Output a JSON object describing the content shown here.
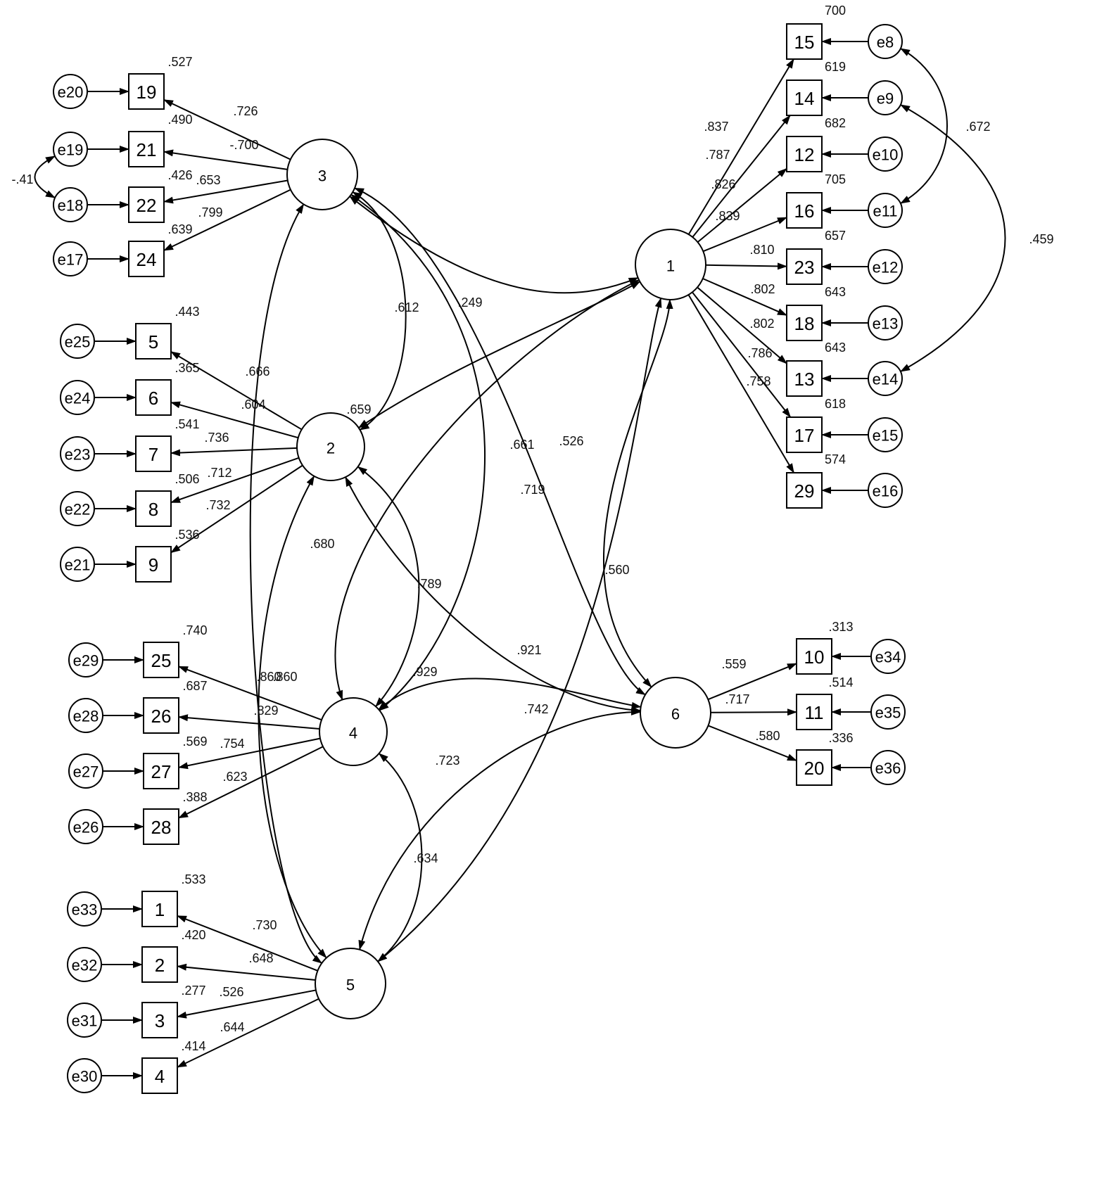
{
  "latents": [
    {
      "id": "3",
      "label": "3"
    },
    {
      "id": "1",
      "label": "1"
    },
    {
      "id": "2",
      "label": "2"
    },
    {
      "id": "4",
      "label": "4"
    },
    {
      "id": "6",
      "label": "6"
    },
    {
      "id": "5",
      "label": "5"
    }
  ],
  "indicators": [
    {
      "id": "19",
      "label": "19",
      "factor": "3",
      "error": "e20",
      "r2": ".527",
      "loading": ".726"
    },
    {
      "id": "21",
      "label": "21",
      "factor": "3",
      "error": "e19",
      "r2": ".490",
      "loading": "-.700"
    },
    {
      "id": "22",
      "label": "22",
      "factor": "3",
      "error": "e18",
      "r2": ".426",
      "loading": ".653"
    },
    {
      "id": "24",
      "label": "24",
      "factor": "3",
      "error": "e17",
      "r2": ".639",
      "loading": ".799"
    },
    {
      "id": "15",
      "label": "15",
      "factor": "1",
      "error": "e8",
      "r2": "700",
      "loading": ".837"
    },
    {
      "id": "14",
      "label": "14",
      "factor": "1",
      "error": "e9",
      "r2": "619",
      "loading": ".787"
    },
    {
      "id": "12",
      "label": "12",
      "factor": "1",
      "error": "e10",
      "r2": "682",
      "loading": ".826"
    },
    {
      "id": "16",
      "label": "16",
      "factor": "1",
      "error": "e11",
      "r2": "705",
      "loading": ".839"
    },
    {
      "id": "23",
      "label": "23",
      "factor": "1",
      "error": "e12",
      "r2": "657",
      "loading": ".810"
    },
    {
      "id": "18",
      "label": "18",
      "factor": "1",
      "error": "e13",
      "r2": "643",
      "loading": ".802"
    },
    {
      "id": "13",
      "label": "13",
      "factor": "1",
      "error": "e14",
      "r2": "643",
      "loading": ".802"
    },
    {
      "id": "17",
      "label": "17",
      "factor": "1",
      "error": "e15",
      "r2": "618",
      "loading": ".786"
    },
    {
      "id": "29",
      "label": "29",
      "factor": "1",
      "error": "e16",
      "r2": "574",
      "loading": ".758"
    },
    {
      "id": "5",
      "label": "5",
      "factor": "2",
      "error": "e25",
      "r2": ".443",
      "loading": ".666"
    },
    {
      "id": "6",
      "label": "6",
      "factor": "2",
      "error": "e24",
      "r2": ".365",
      "loading": ".604"
    },
    {
      "id": "7",
      "label": "7",
      "factor": "2",
      "error": "e23",
      "r2": ".541",
      "loading": ".736"
    },
    {
      "id": "8",
      "label": "8",
      "factor": "2",
      "error": "e22",
      "r2": ".506",
      "loading": ".712"
    },
    {
      "id": "9",
      "label": "9",
      "factor": "2",
      "error": "e21",
      "r2": ".536",
      "loading": ".732"
    },
    {
      "id": "25",
      "label": "25",
      "factor": "4",
      "error": "e29",
      "r2": ".740",
      "loading": ".860"
    },
    {
      "id": "26",
      "label": "26",
      "factor": "4",
      "error": "e28",
      "r2": ".687",
      "loading": ".829"
    },
    {
      "id": "27",
      "label": "27",
      "factor": "4",
      "error": "e27",
      "r2": ".569",
      "loading": ".754"
    },
    {
      "id": "28",
      "label": "28",
      "factor": "4",
      "error": "e26",
      "r2": ".388",
      "loading": ".623"
    },
    {
      "id": "10",
      "label": "10",
      "factor": "6",
      "error": "e34",
      "r2": ".313",
      "loading": ".559"
    },
    {
      "id": "11",
      "label": "11",
      "factor": "6",
      "error": "e35",
      "r2": ".514",
      "loading": ".717"
    },
    {
      "id": "20",
      "label": "20",
      "factor": "6",
      "error": "e36",
      "r2": ".336",
      "loading": ".580"
    },
    {
      "id": "1",
      "label": "1",
      "factor": "5",
      "error": "e33",
      "r2": ".533",
      "loading": ".730"
    },
    {
      "id": "2",
      "label": "2",
      "factor": "5",
      "error": "e32",
      "r2": ".420",
      "loading": ".648"
    },
    {
      "id": "3",
      "label": "3",
      "factor": "5",
      "error": "e31",
      "r2": ".277",
      "loading": ".526"
    },
    {
      "id": "4",
      "label": "4",
      "factor": "5",
      "error": "e30",
      "r2": ".414",
      "loading": ".644"
    }
  ],
  "error_covariances": [
    {
      "a": "e19",
      "b": "e18",
      "value": "-.41"
    },
    {
      "a": "e8",
      "b": "e11",
      "value": ".672"
    },
    {
      "a": "e9",
      "b": "e14",
      "value": ".459"
    }
  ],
  "factor_correlations": [
    {
      "a": "3",
      "b": "1",
      "value": ".249"
    },
    {
      "a": "3",
      "b": "2",
      "value": ".612"
    },
    {
      "a": "3",
      "b": "4",
      "value": ".661"
    },
    {
      "a": "3",
      "b": "6",
      "value": ".560"
    },
    {
      "a": "3",
      "b": "5",
      "value": ".719"
    },
    {
      "a": "1",
      "b": "2",
      "value": ".659"
    },
    {
      "a": "1",
      "b": "4",
      "value": ".680"
    },
    {
      "a": "1",
      "b": "6",
      "value": ".526"
    },
    {
      "a": "2",
      "b": "4",
      "value": ".789"
    },
    {
      "a": "2",
      "b": "6",
      "value": ".921"
    },
    {
      "a": "2",
      "b": "5",
      "value": ".860"
    },
    {
      "a": "4",
      "b": "6",
      "value": ".929"
    },
    {
      "a": "4",
      "b": "5",
      "value": ".634"
    },
    {
      "a": "6",
      "b": "5",
      "value": ".742"
    },
    {
      "a": "1",
      "b": "5",
      "value": ".723"
    }
  ]
}
